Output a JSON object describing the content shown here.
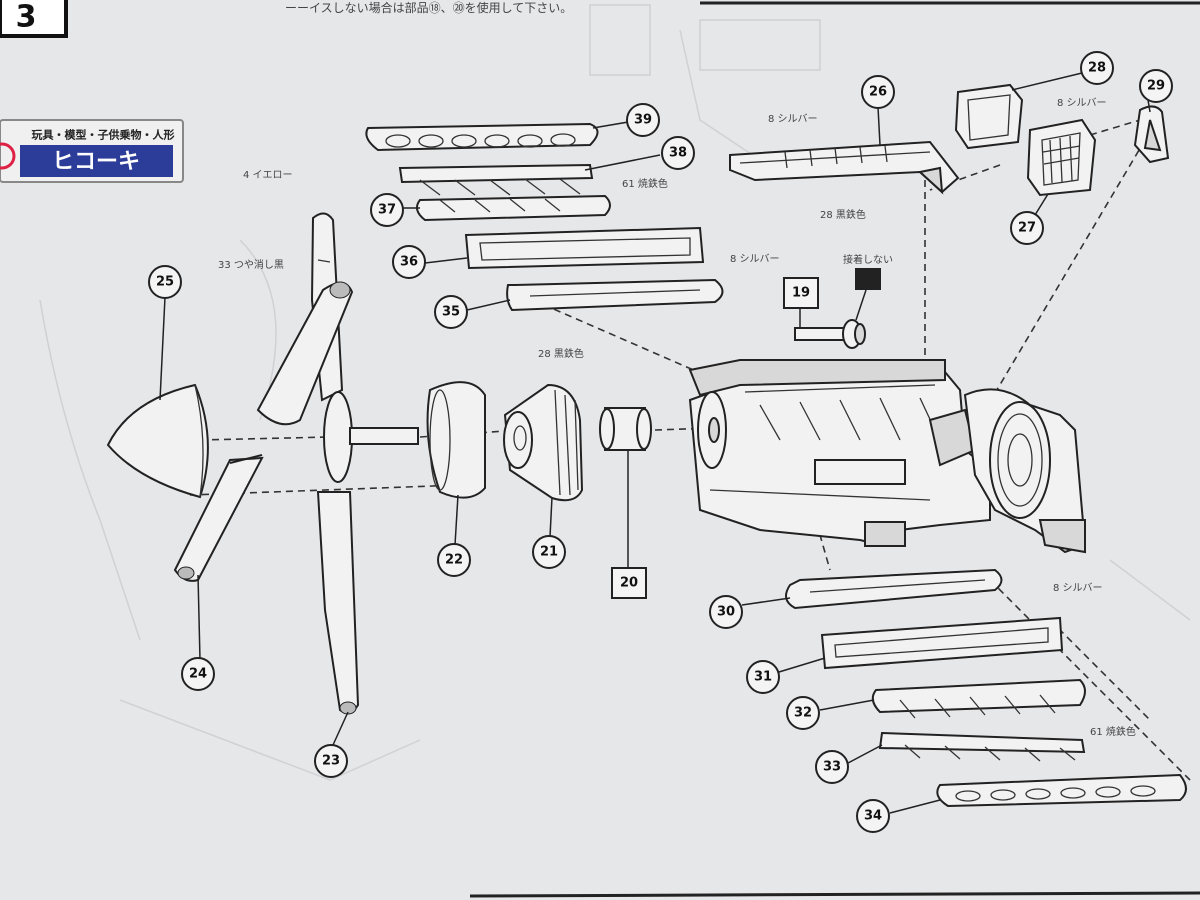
{
  "step_number": "3",
  "header_text": "ーーイスしない場合は部品⑱、⑳を使用して下さい。",
  "badge": {
    "caption": "玩具・模型・子供乗物・人形",
    "name": "ヒコーキ"
  },
  "paint_notes": {
    "yellow": "4 イエロー",
    "matte_black": "33 つや消し黒",
    "silver_26": "8 シルバー",
    "gunmetal_26": "28 黒鉄色",
    "silver_28": "8 シルバー",
    "gunmetal_38": "61 焼鉄色",
    "silver_36": "8 シルバー",
    "no_glue": "接着しない",
    "gunmetal_21": "28 黒鉄色",
    "silver_30": "8 シルバー",
    "gunmetal_33": "61 焼鉄色"
  },
  "part_numbers": {
    "p19": "19",
    "p20": "20",
    "p21": "21",
    "p22": "22",
    "p23": "23",
    "p24": "24",
    "p25": "25",
    "p26": "26",
    "p27": "27",
    "p28": "28",
    "p29": "29",
    "p30": "30",
    "p31": "31",
    "p32": "32",
    "p33": "33",
    "p34": "34",
    "p35": "35",
    "p36": "36",
    "p37": "37",
    "p38": "38",
    "p39": "39"
  }
}
